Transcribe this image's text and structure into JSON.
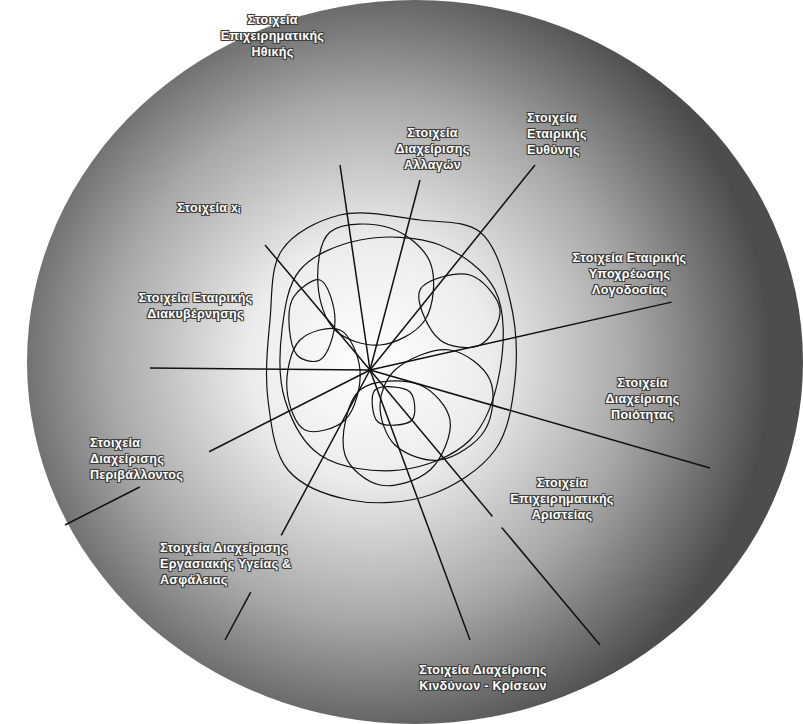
{
  "diagram": {
    "labels": [
      "Στοιχεία Επιχειρηματικής Ηθικής",
      "Στοιχεία Διαχείρισης Αλλαγών",
      "Στοιχεία Εταιρικής Ευθύνης",
      "Στοιχεία Εταιρικής Υποχρέωσης Λογοδοσίας",
      "Στοιχεία Διαχείρισης Ποιότητας",
      "Στοιχεία Επιχειρηματικής Αριστείας",
      "Στοιχεία Διαχείρισης Κινδύνων - Κρίσεων",
      "Στοιχεία Διαχείρισης Εργασιακής Υγείας & Ασφάλειας",
      "Στοιχεία Διαχείρισης Περιβάλλοντος",
      "Στοιχεία Εταιρικής Διακυβέρνησης",
      "Στοιχεία xᵢ"
    ]
  }
}
